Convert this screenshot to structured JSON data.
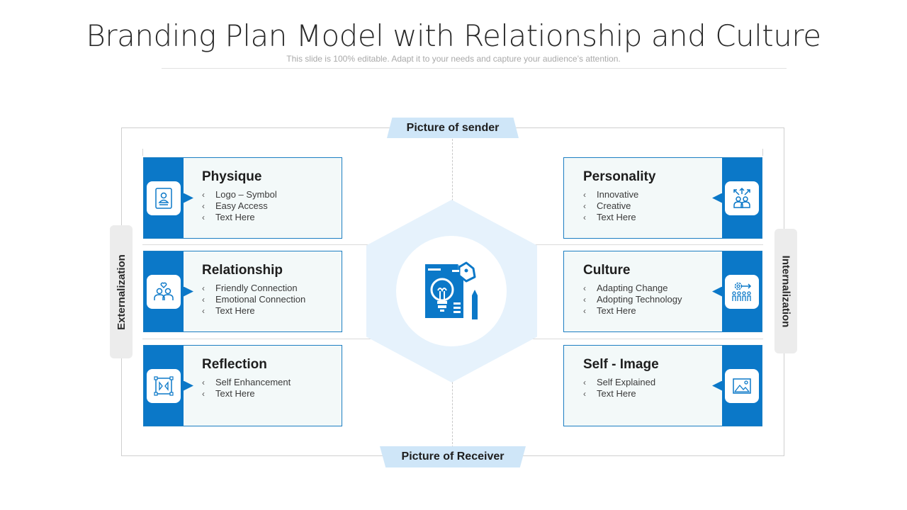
{
  "title": "Branding Plan Model with Relationship and Culture",
  "subtitle": "This slide is 100% editable. Adapt it to your needs and capture your audience’s attention.",
  "labels": {
    "top": "Picture of sender",
    "bottom": "Picture of Receiver",
    "left": "Externalization",
    "right": "Internalization"
  },
  "colors": {
    "accent": "#0b78c8",
    "light_blue": "#cfe6f8",
    "hexagon": "#e6f2fc",
    "card_bg": "#f3f9f9"
  },
  "center": {
    "icon": "idea-document-icon"
  },
  "cards": {
    "physique": {
      "title": "Physique",
      "icon": "profile-card-icon",
      "items": [
        "Logo – Symbol",
        "Easy Access",
        "Text Here"
      ]
    },
    "relationship": {
      "title": "Relationship",
      "icon": "couple-heart-icon",
      "items": [
        "Friendly Connection",
        "Emotional Connection",
        "Text Here"
      ]
    },
    "reflection": {
      "title": "Reflection",
      "icon": "mirror-frame-icon",
      "items": [
        "Self Enhancement",
        "Text Here"
      ]
    },
    "personality": {
      "title": "Personality",
      "icon": "people-arrows-icon",
      "items": [
        "Innovative",
        "Creative",
        "Text Here"
      ]
    },
    "culture": {
      "title": "Culture",
      "icon": "team-gear-icon",
      "items": [
        "Adapting Change",
        "Adopting Technology",
        "Text Here"
      ]
    },
    "self_image": {
      "title": "Self - Image",
      "icon": "picture-icon",
      "items": [
        "Self Explained",
        "Text Here"
      ]
    }
  }
}
